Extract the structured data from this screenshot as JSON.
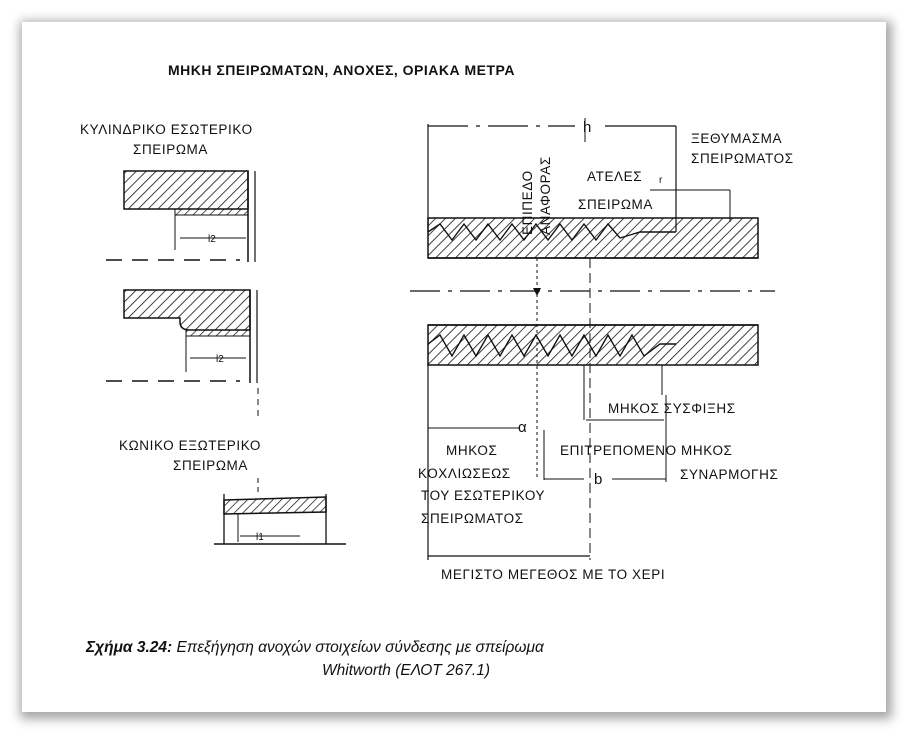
{
  "title": "ΜΗΚΗ ΣΠΕΙΡΩΜΑΤΩΝ, ΑΝΟΧΕΣ, ΟΡΙΑΚΑ ΜΕΤΡΑ",
  "left": {
    "cyl_line1": "ΚΥΛΙΝΔΡΙΚΟ ΕΣΩΤΕΡΙΚΟ",
    "cyl_line2": "ΣΠΕΙΡΩΜΑ",
    "l2_a": "l2",
    "l2_b": "l2",
    "con_line1": "ΚΩΝΙΚΟ ΕΞΩΤΕΡΙΚΟ",
    "con_line2": "ΣΠΕΙΡΩΜΑ",
    "l1": "l1"
  },
  "right": {
    "h": "h",
    "plane_line1": "ΕΠΙΠΕΔΟ",
    "plane_line2": "ΑΝΑΦΟΡΑΣ",
    "groove_line1": "ΞΕΘΥΜΑΣΜΑ",
    "groove_line2": "ΣΠΕΙΡΩΜΑΤΟΣ",
    "incomplete_line1": "ΑΤΕΛΕΣ",
    "incomplete_r": "r",
    "incomplete_line2": "ΣΠΕΙΡΩΜΑ",
    "tightening": "ΜΗΚΟΣ ΣΥΣΦΙΞΗΣ",
    "a": "α",
    "b": "b",
    "screw_line1": "ΜΗΚΟΣ",
    "screw_line2": "ΚΟΧΛΙΩΣΕΩΣ",
    "screw_line3": "ΤΟΥ ΕΣΩΤΕΡΙΚΟΥ",
    "screw_line4": "ΣΠΕΙΡΩΜΑΤΟΣ",
    "fit_line1": "ΕΠΙΤΡΕΠΟΜΕΝΟ ΜΗΚΟΣ",
    "fit_line2": "ΣΥΝΑΡΜΟΓΗΣ",
    "max_hand": "ΜΕΓΙΣΤΟ ΜΕΓΕΘΟΣ ΜΕ ΤΟ ΧΕΡΙ"
  },
  "caption": {
    "label": "Σχήμα 3.24:",
    "text": " Επεξήγηση ανοχών στοιχείων σύνδεσης με σπείρωμα",
    "line2": "Whitworth  (ΕΛΟΤ 267.1)"
  }
}
